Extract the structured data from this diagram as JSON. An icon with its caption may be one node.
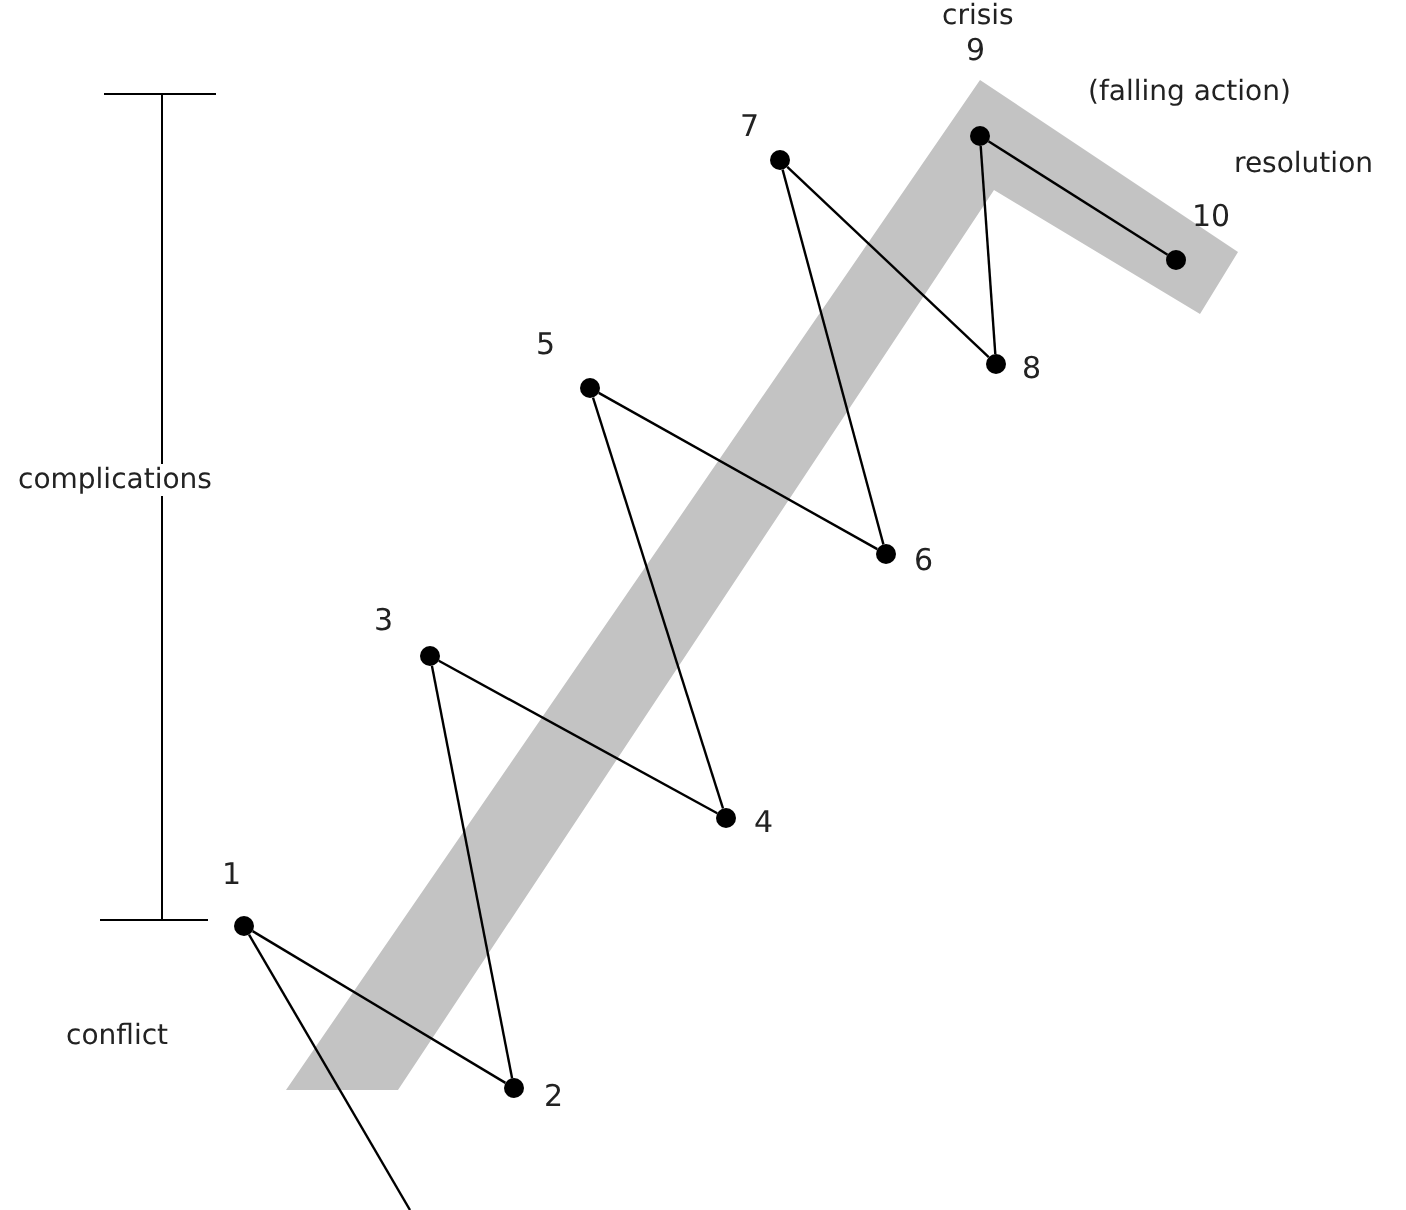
{
  "diagram": {
    "nodes": [
      {
        "text": [],
        "shape": "circle",
        "beside": [
          "1"
        ]
      },
      {
        "text": [],
        "shape": "circle",
        "beside": [
          "2"
        ]
      },
      {
        "text": [],
        "shape": "circle",
        "beside": [
          "3"
        ]
      },
      {
        "text": [],
        "shape": "circle",
        "beside": [
          "4"
        ]
      },
      {
        "text": [],
        "shape": "circle",
        "beside": [
          "5"
        ]
      },
      {
        "text": [],
        "shape": "circle",
        "beside": [
          "6"
        ]
      },
      {
        "text": [],
        "shape": "circle",
        "beside": [
          "7"
        ]
      },
      {
        "text": [],
        "shape": "circle",
        "beside": [
          "8"
        ]
      },
      {
        "text": [],
        "shape": "circle",
        "beside": [
          "9"
        ]
      },
      {
        "text": [],
        "shape": "circle",
        "beside": [
          "10"
        ]
      }
    ],
    "edges": [
      {
        "from": null,
        "to": 0,
        "arrow": "none"
      },
      {
        "from": 0,
        "to": 1,
        "arrow": "none"
      },
      {
        "from": 1,
        "to": 2,
        "arrow": "none"
      },
      {
        "from": 2,
        "to": 3,
        "arrow": "none"
      },
      {
        "from": 3,
        "to": 4,
        "arrow": "none"
      },
      {
        "from": 4,
        "to": 5,
        "arrow": "none"
      },
      {
        "from": 5,
        "to": 6,
        "arrow": "none"
      },
      {
        "from": 6,
        "to": 7,
        "arrow": "none"
      },
      {
        "from": 7,
        "to": 8,
        "arrow": "none"
      },
      {
        "from": 8,
        "to": 9,
        "arrow": "none"
      }
    ],
    "labels": [
      "crisis",
      "(falling action)",
      "resolution",
      "complications",
      "conflict"
    ]
  }
}
